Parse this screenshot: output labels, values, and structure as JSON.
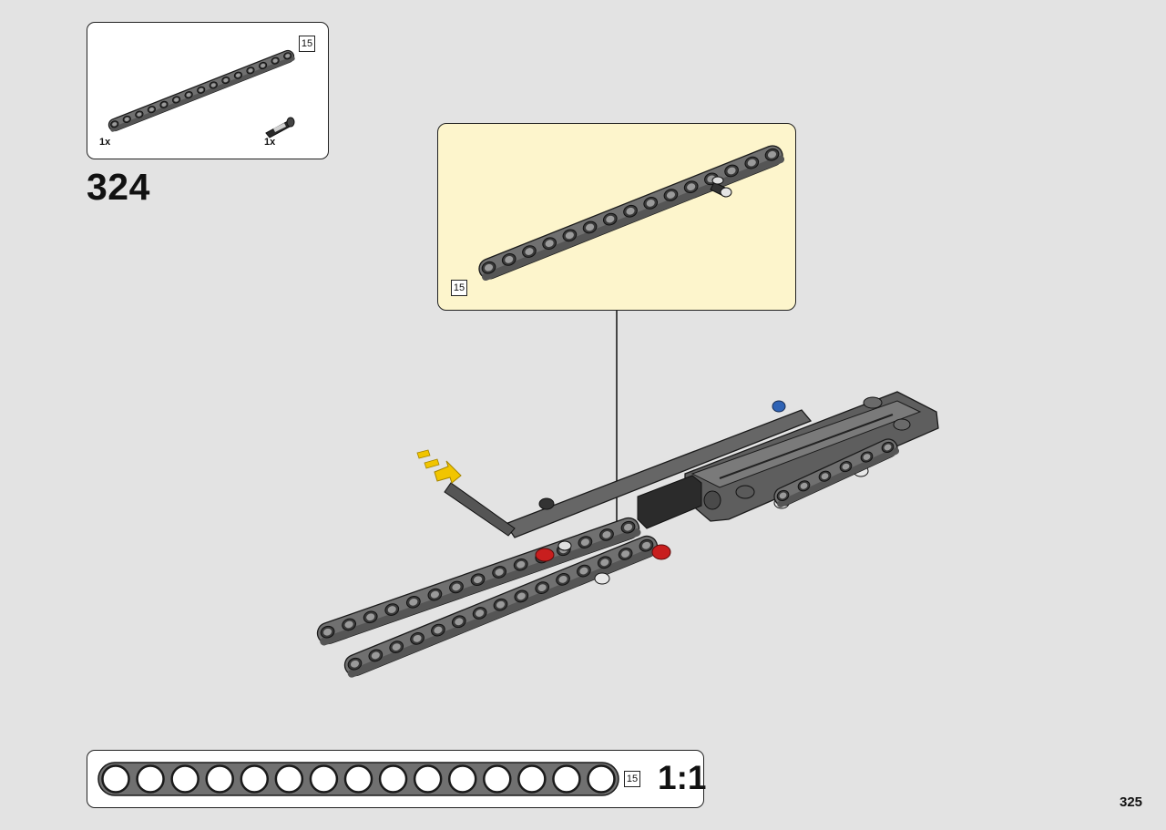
{
  "step": {
    "number": "324"
  },
  "page": {
    "number": "325"
  },
  "parts_list": {
    "items": [
      {
        "name": "technic-beam",
        "length_label": "15",
        "quantity": "1x"
      },
      {
        "name": "technic-pin",
        "quantity": "1x"
      }
    ]
  },
  "callout": {
    "length_label": "15"
  },
  "scale_reference": {
    "length_label": "15",
    "scale": "1:1",
    "hole_count": 15
  },
  "colors": {
    "beam": "#707070",
    "callout_background": "#fdf5cc",
    "arrow": "#f1c500",
    "pin_red": "#c81e1e",
    "pin_blue": "#2f63b5",
    "background": "#e3e3e3"
  }
}
